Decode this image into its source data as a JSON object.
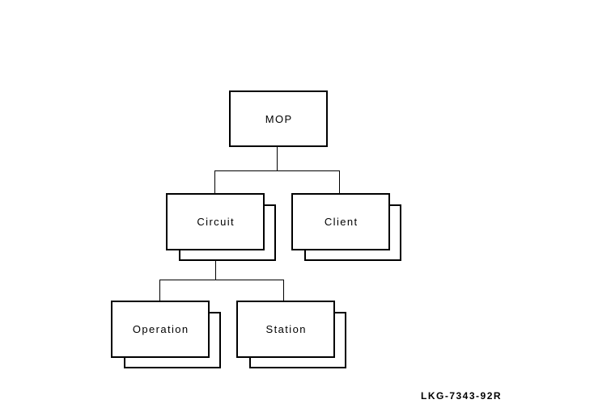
{
  "figure": {
    "type": "hierarchy-diagram",
    "caption": "LKG-7343-92R",
    "nodes": {
      "mop": {
        "label": "MOP",
        "stacked": false
      },
      "circuit": {
        "label": "Circuit",
        "stacked": true
      },
      "client": {
        "label": "Client",
        "stacked": true
      },
      "operation": {
        "label": "Operation",
        "stacked": true
      },
      "station": {
        "label": "Station",
        "stacked": true
      }
    },
    "edges": [
      {
        "from": "mop",
        "to": "circuit"
      },
      {
        "from": "mop",
        "to": "client"
      },
      {
        "from": "circuit",
        "to": "operation"
      },
      {
        "from": "circuit",
        "to": "station"
      }
    ],
    "colors": {
      "background": "#ffffff",
      "line": "#000000",
      "text": "#000000"
    }
  }
}
